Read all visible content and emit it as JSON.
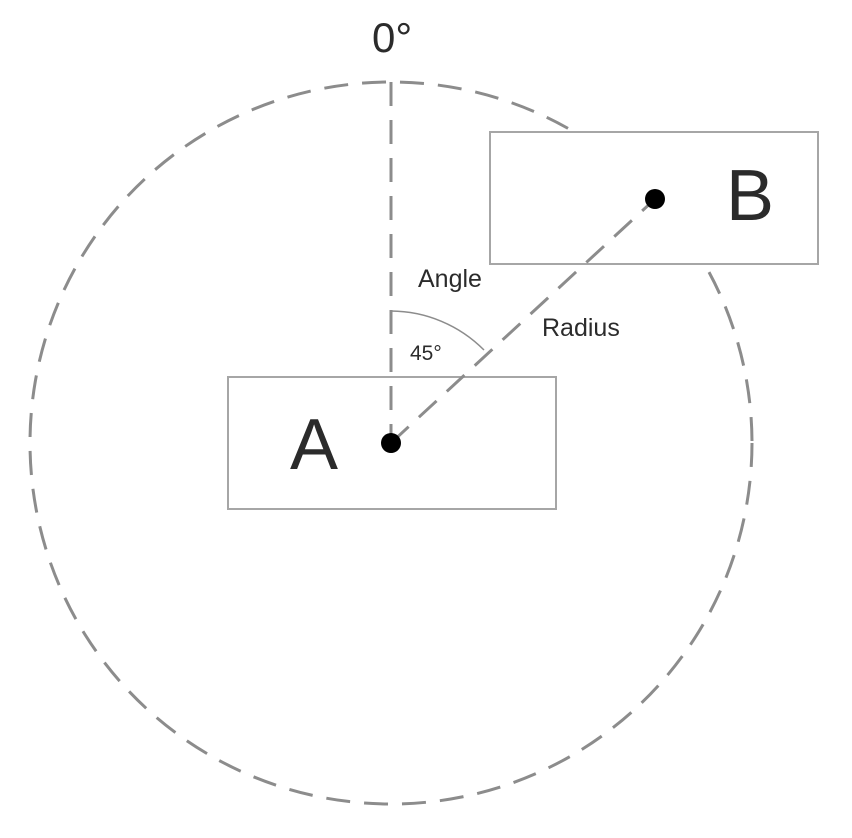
{
  "labels": {
    "zero_degree": "0°",
    "point_a": "A",
    "point_b": "B",
    "angle": "Angle",
    "angle_value": "45°",
    "radius": "Radius"
  },
  "colors": {
    "guide_line": "#8c8c8c",
    "box_border": "#a6a6a6",
    "dot": "#000000",
    "text": "#2b2b2b"
  }
}
